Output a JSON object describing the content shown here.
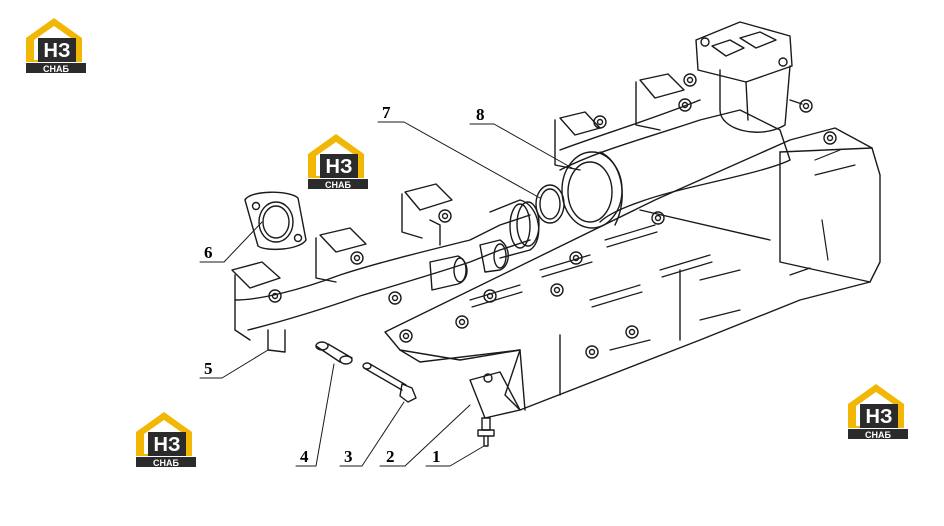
{
  "colors": {
    "line": "#1a1a1a",
    "brand_yellow": "#f2b705",
    "brand_dark": "#2b2b2b",
    "brand_light": "#ffffff"
  },
  "logo": {
    "letters": "НЗ",
    "caption": "СНАБ",
    "icon": "house-logo-icon"
  },
  "parts": [
    {
      "id": "part-1",
      "label": "1"
    },
    {
      "id": "part-2",
      "label": "2"
    },
    {
      "id": "part-3",
      "label": "3"
    },
    {
      "id": "part-4",
      "label": "4"
    },
    {
      "id": "part-5",
      "label": "5"
    },
    {
      "id": "part-6",
      "label": "6"
    },
    {
      "id": "part-7",
      "label": "7"
    },
    {
      "id": "part-8",
      "label": "8"
    }
  ]
}
